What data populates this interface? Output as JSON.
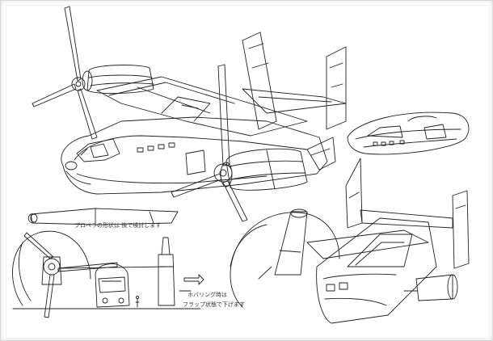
{
  "notes": {
    "wing_note": "プロペラの形状は 後で検討します",
    "tail_note_line1": "ホバリング時は",
    "tail_note_line2": "フラップ状態で下げます"
  }
}
